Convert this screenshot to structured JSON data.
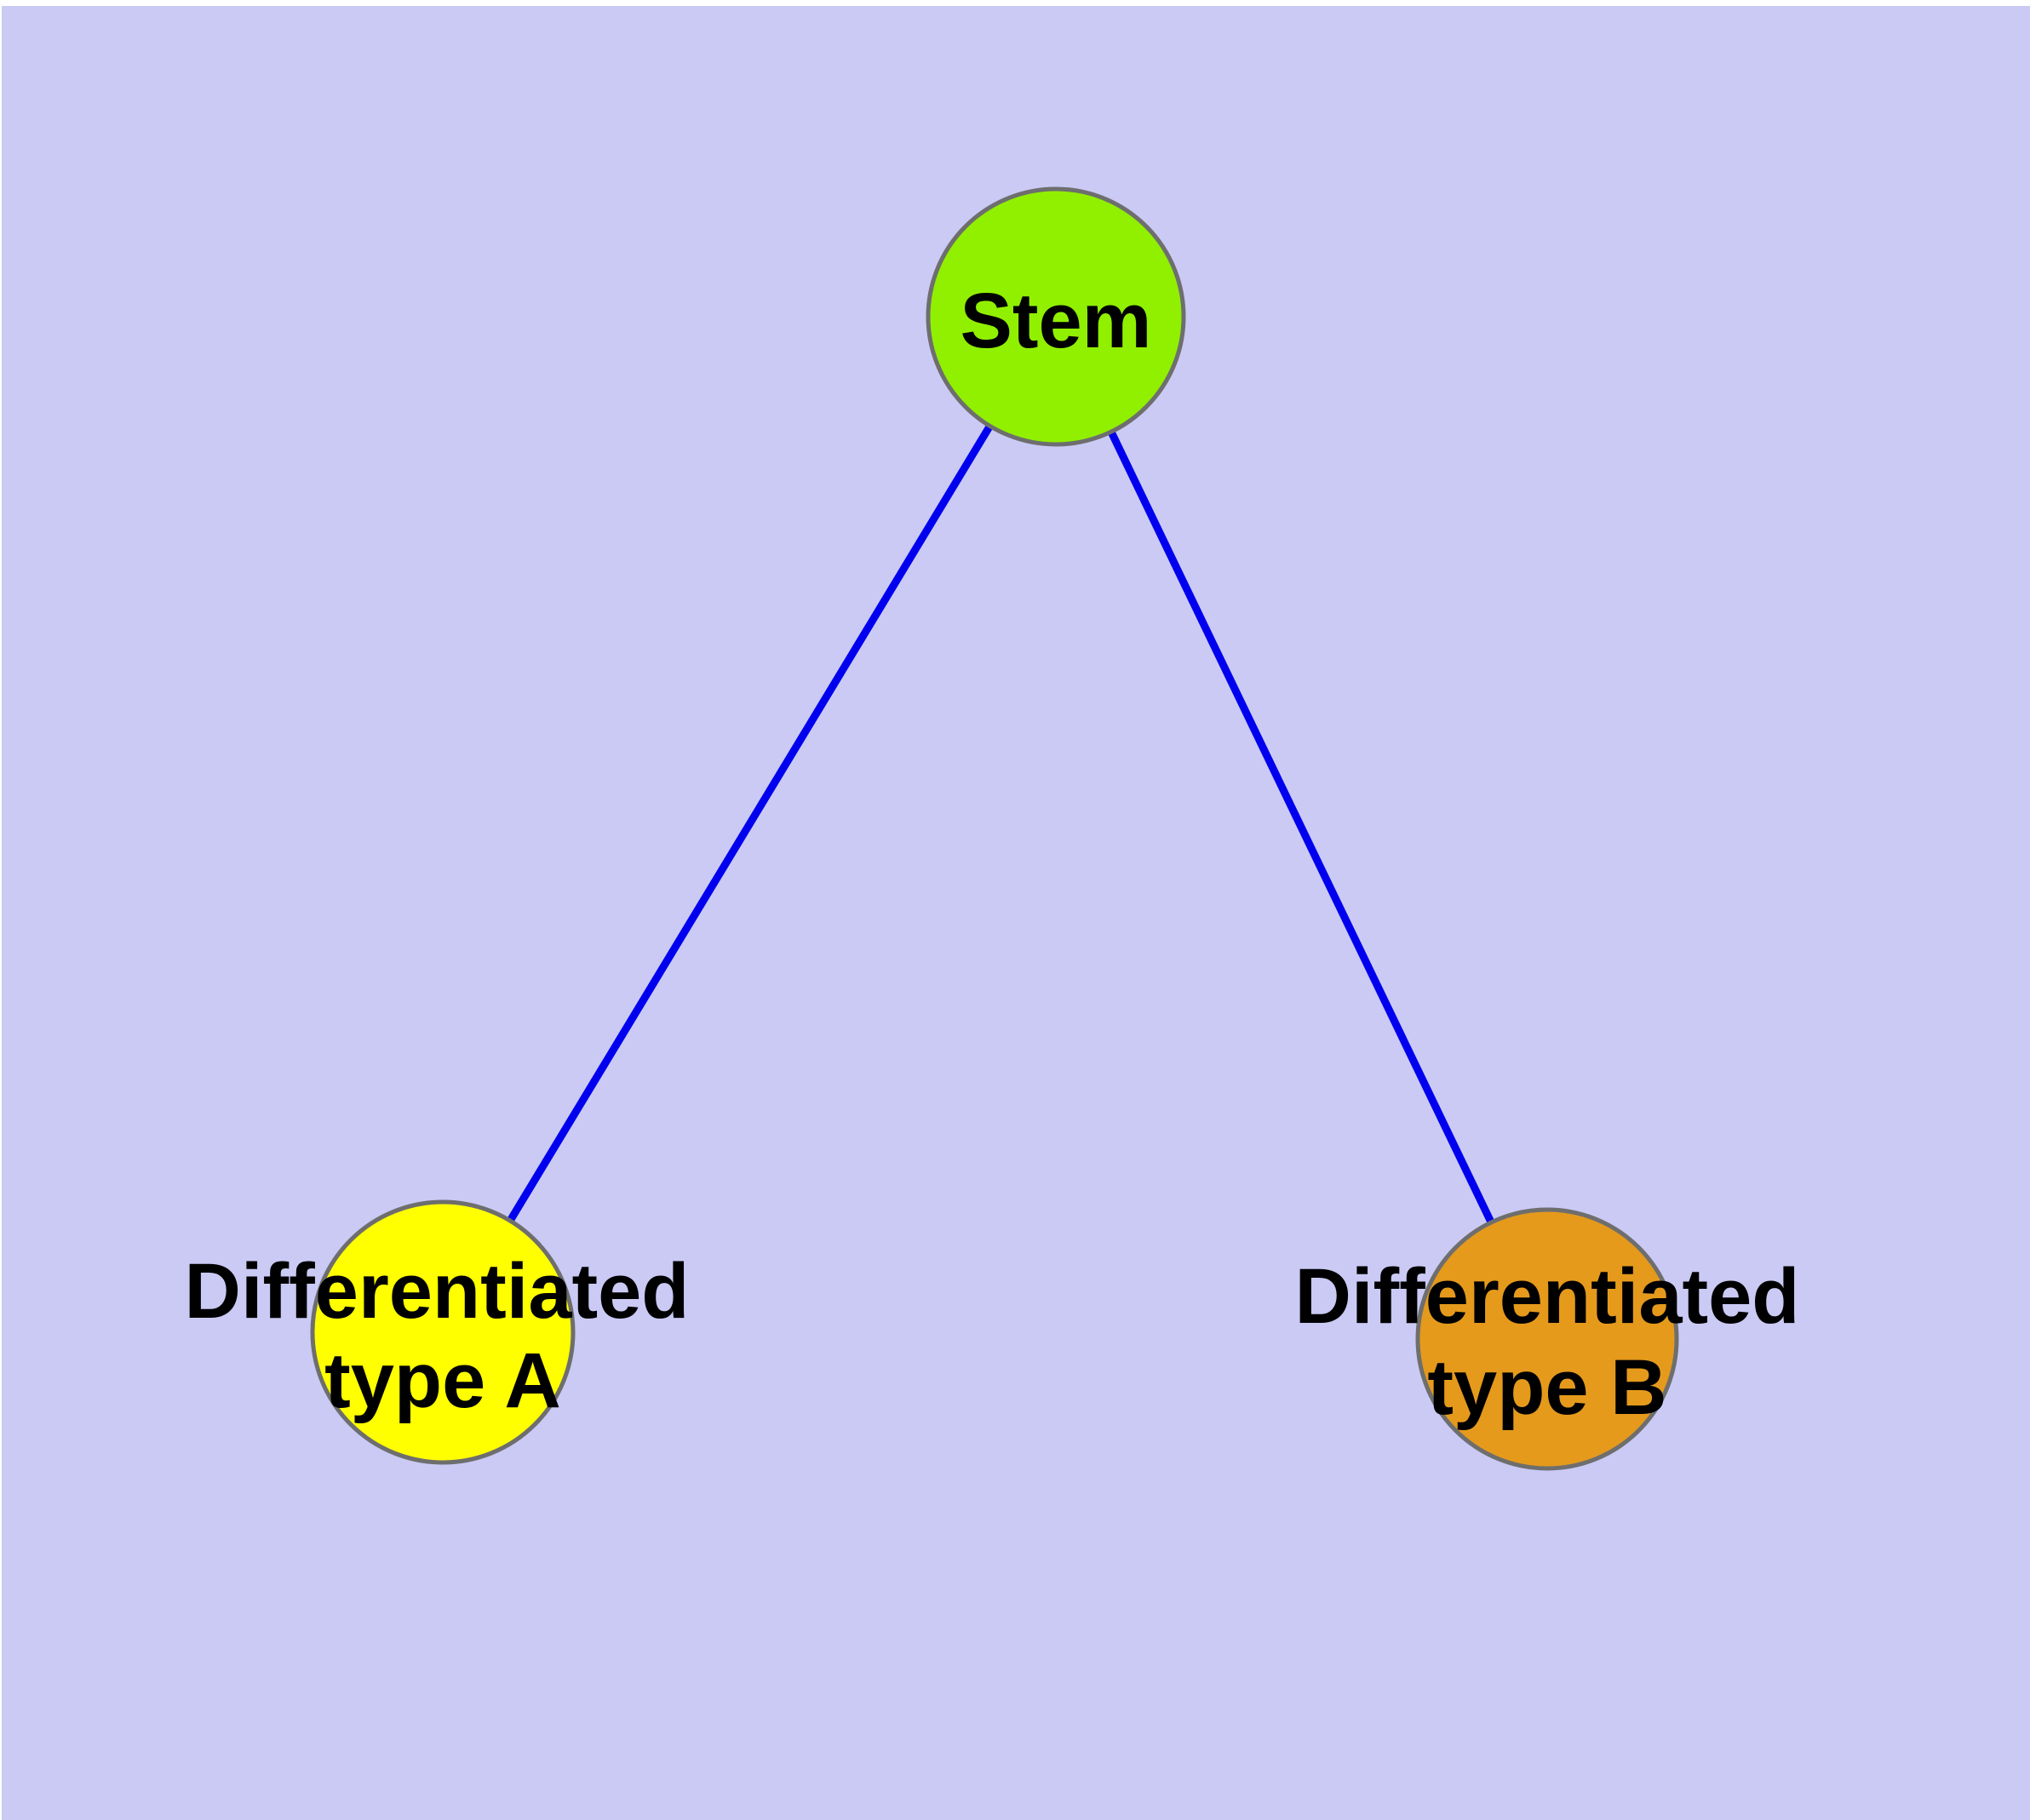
{
  "canvas": {
    "background_color": "#cacaf5",
    "margin_color": "#ffffff"
  },
  "diagram": {
    "type": "node-link-graph",
    "edge_color": "#0000ee",
    "node_border_color": "#6e6e6e",
    "label_color": "#000000",
    "nodes": [
      {
        "id": "stem",
        "label": "Stem",
        "fill": "#90f000"
      },
      {
        "id": "type-a",
        "label_line1": "Differentiated",
        "label_line2": "type A",
        "fill": "#ffff00"
      },
      {
        "id": "type-b",
        "label_line1": "Differentiated",
        "label_line2": "type B",
        "fill": "#e59a1c"
      }
    ],
    "edges": [
      {
        "from": "Stem",
        "to": "Differentiated type A"
      },
      {
        "from": "Stem",
        "to": "Differentiated type B"
      }
    ]
  }
}
